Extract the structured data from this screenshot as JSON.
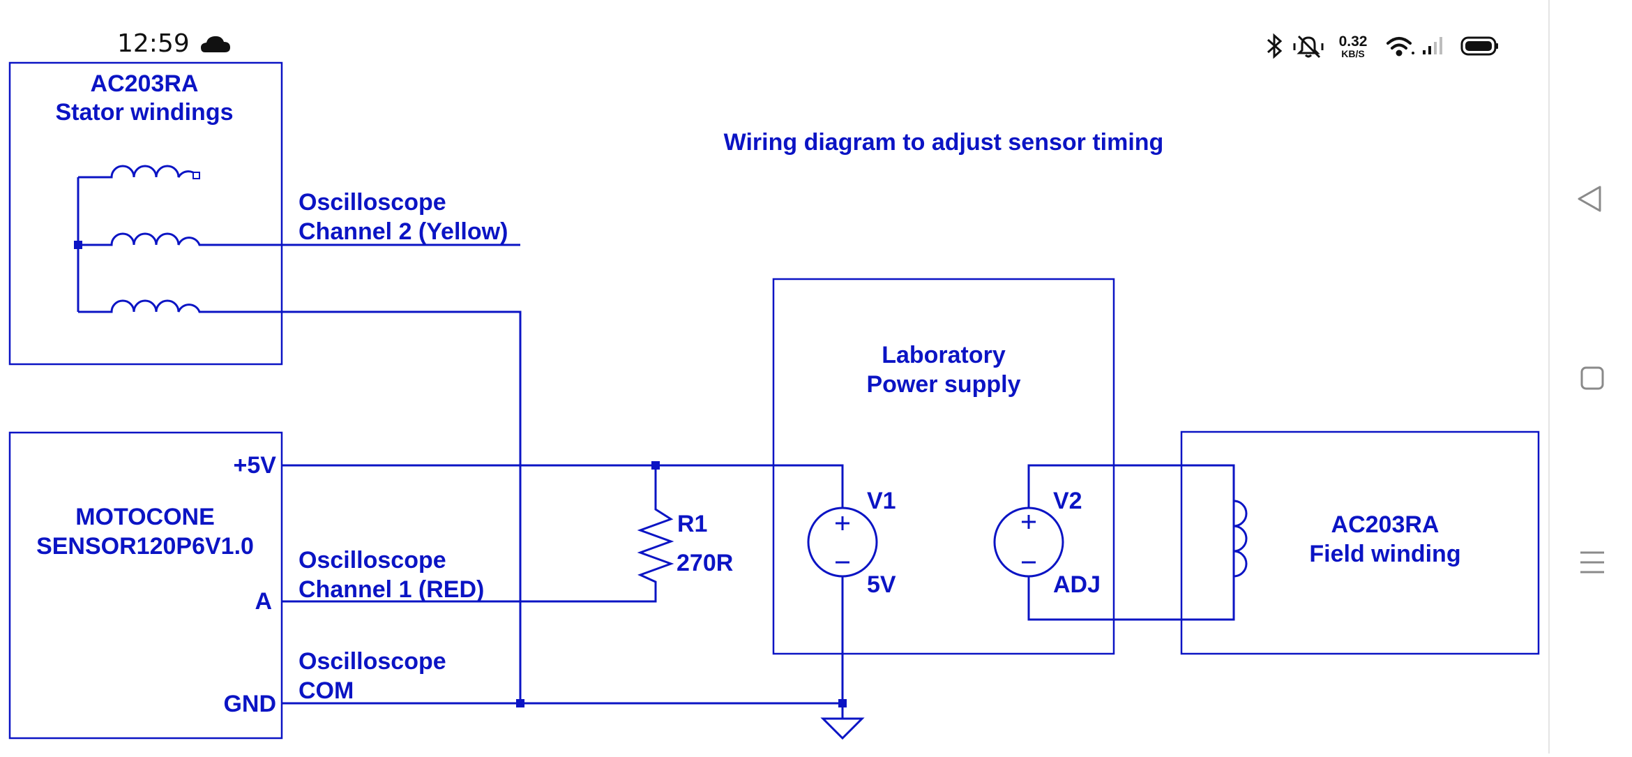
{
  "status_bar": {
    "time": "12:59",
    "speed_value": "0.32",
    "speed_unit": "KB/S",
    "icons": [
      "cloud-icon",
      "bluetooth-icon",
      "mute-icon",
      "wifi-icon",
      "signal-icon",
      "battery-icon"
    ]
  },
  "diagram": {
    "title": "Wiring diagram to adjust sensor timing",
    "stator": {
      "line1": "AC203RA",
      "line2": "Stator windings"
    },
    "osc_ch2": {
      "line1": "Oscilloscope",
      "line2": "Channel 2 (Yellow)"
    },
    "sensor": {
      "line1": "MOTOCONE",
      "line2": "SENSOR120P6V1.0"
    },
    "pins": {
      "plus5v": "+5V",
      "a": "A",
      "gnd": "GND"
    },
    "osc_ch1": {
      "line1": "Oscilloscope",
      "line2": "Channel 1 (RED)"
    },
    "osc_com": {
      "line1": "Oscilloscope",
      "line2": "COM"
    },
    "resistor": {
      "name": "R1",
      "value": "270R"
    },
    "power_supply": {
      "line1": "Laboratory",
      "line2": "Power supply"
    },
    "v1": {
      "name": "V1",
      "value": "5V"
    },
    "v2": {
      "name": "V2",
      "value": "ADJ"
    },
    "field": {
      "line1": "AC203RA",
      "line2": "Field winding"
    }
  },
  "colors": {
    "wire": "#0b14c4",
    "background": "#ffffff",
    "nav_icon": "#8a8a8a"
  },
  "nav_bar": {
    "buttons": [
      "back-icon",
      "home-icon",
      "menu-icon"
    ]
  }
}
